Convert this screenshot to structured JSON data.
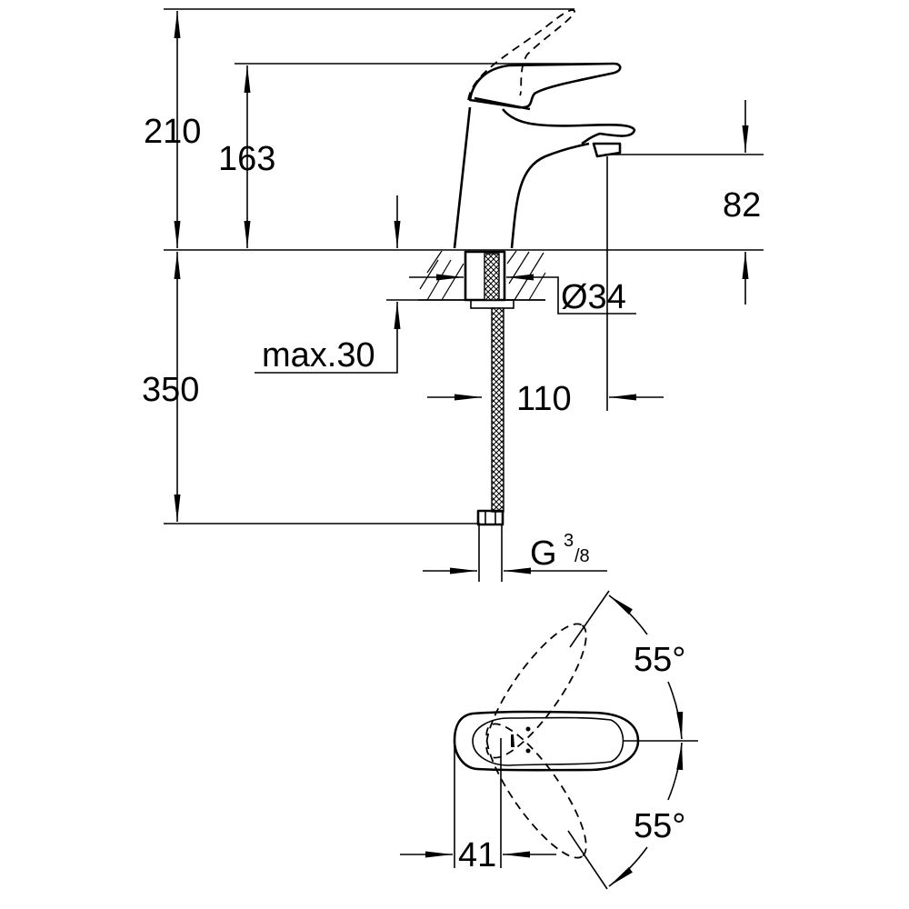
{
  "dimensions": {
    "total_height": "210",
    "handle_height": "163",
    "spout_height": "82",
    "hole_diameter": "Ø34",
    "max_deck_thickness": "max.30",
    "hose_length": "350",
    "spout_reach": "110",
    "connection_thread": "G",
    "thread_numerator": "3",
    "thread_denominator": "/8",
    "rotation_up": "55°",
    "rotation_down": "55°",
    "handle_offset": "41"
  }
}
